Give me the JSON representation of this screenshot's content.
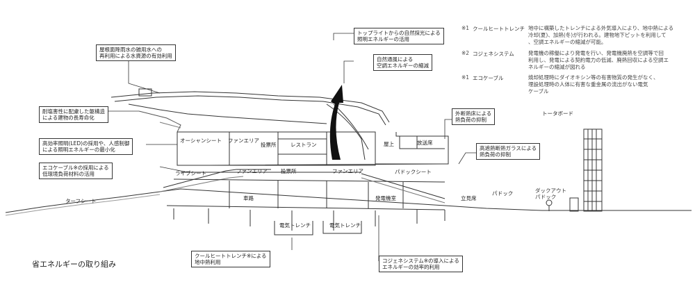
{
  "caption": "省エネルギーの取り組み",
  "callouts": {
    "rain": "屋根面降雨水の雑用水への\n再利用による水資源の有効利用",
    "toplight": "トップライトからの自然採光による\n照明エネルギーの活用",
    "natural_vent": "自然通風による\n空調エネルギーの縮減",
    "durable": "耐塩害性に配慮した躯構造\nによる建物の長寿命化",
    "led": "高効率照明(LED)の採用や、人感制御\nによる照明エネルギーの最小化",
    "ecocable": "エコケーブル※の採用による\n低環境負荷材料の活用",
    "insulation": "外断熱床による\n熱負荷の抑制",
    "glass": "高遮熱断熱ガラスによる\n熱負荷の抑制",
    "cool_trench": "クールヒートトレンチ※による\n地中熱利用",
    "cogen": "コジェネシステム※の導入による\nエネルギーの効率的利用"
  },
  "notes": [
    {
      "mark": "※1",
      "title": "クールヒートトレンチ",
      "body": "地中に構築したトレンチによる外気導入により、地中熱による\n冷却(夏)、加熱(冬)が行われる。建物地下ピットを利用して\n、空調エネルギーの縮減が可能。"
    },
    {
      "mark": "※2",
      "title": "コジェネシステム",
      "body": "発電機の稼働により発電を行い、発電機廃熱を空調等で回\n利用し、発電による契約電力の低減、廃熱回収による空調エ\nネルギーの縮減が図れる"
    },
    {
      "mark": "※1",
      "title": "エコケーブル",
      "body": "焼却処理時にダイオキシン等の有害物質の発生がなく、\n埋設処理時の人体に有害な重金属の流出がない電気\nケーブル"
    }
  ],
  "labels": {
    "ocean_seat": "オーシャンシート",
    "fan_area_upper": "ファンエリア",
    "vote_upper": "投票所",
    "restaurant": "レストラン",
    "rooftop": "屋上",
    "broadcast": "放送席",
    "tote_board": "トータボード",
    "live_seat": "ライブシート",
    "fan_area_mid": "ファンエリア",
    "vote_mid": "投票所",
    "fan_area_right": "ファンエリア",
    "paddock_seat": "パドックシート",
    "turf_seat": "ターフシート",
    "road": "車路",
    "generator": "発電機室",
    "paddock": "パドック",
    "view_seat": "立見席",
    "duckout": "ダックアウト\nパドック",
    "trench_left": "電気トレンチ",
    "trench_right": "電気トレンチ"
  }
}
